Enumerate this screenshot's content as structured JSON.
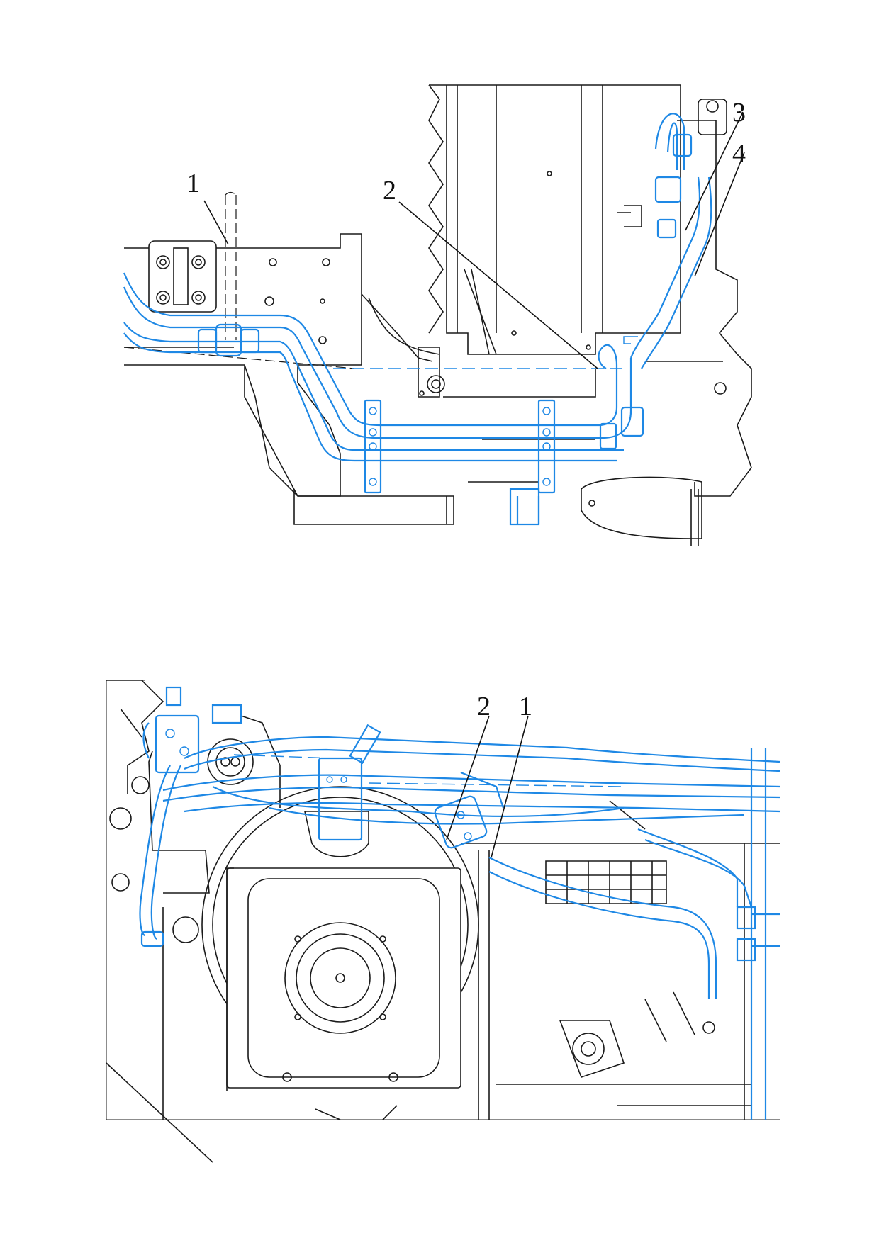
{
  "colors": {
    "pipe": "#1e88e5",
    "line": "#1a1a1a",
    "background": "#ffffff"
  },
  "figures": [
    {
      "callouts": [
        "1",
        "2",
        "3",
        "4"
      ]
    },
    {
      "callouts": [
        "2",
        "1"
      ]
    }
  ]
}
